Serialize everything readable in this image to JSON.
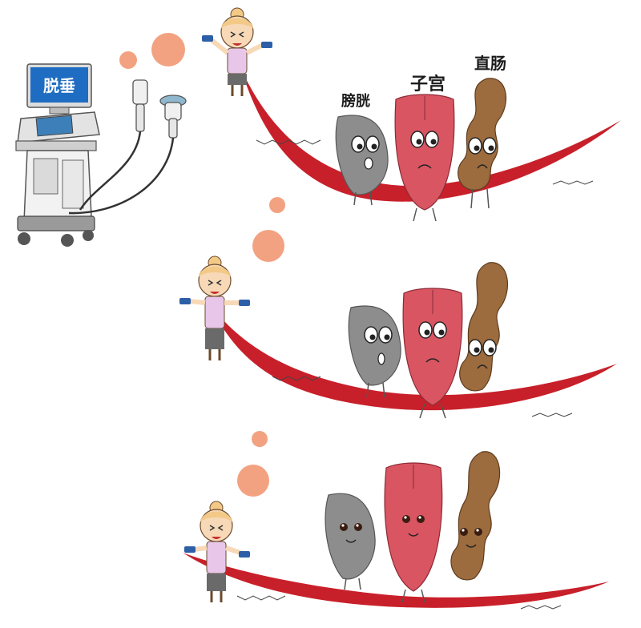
{
  "machine": {
    "screen_text": "脱垂"
  },
  "labels": {
    "bladder": "膀胱",
    "uterus": "子宫",
    "rectum": "直肠"
  },
  "colors": {
    "muscle": "#c8202a",
    "bladder": "#8d8d8d",
    "uterus": "#d95562",
    "rectum": "#9c6b3e",
    "bubble": "#f2a281",
    "screen": "#1e6dc2"
  },
  "panels": [
    "panel-top",
    "panel-middle",
    "panel-bottom"
  ]
}
